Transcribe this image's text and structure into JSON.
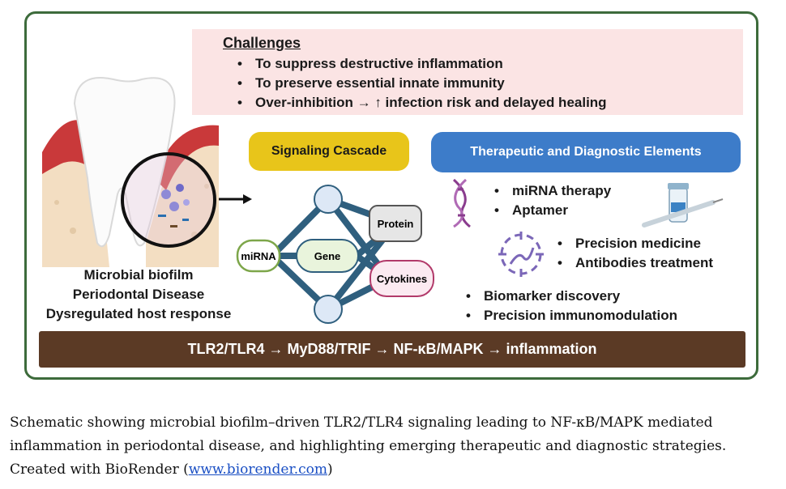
{
  "challenges": {
    "title": "Challenges",
    "items": [
      "To suppress destructive inflammation",
      "To preserve essential innate immunity",
      "Over-inhibition → ↑ infection risk and delayed healing"
    ]
  },
  "left": {
    "labels": [
      "Microbial biofilm",
      "Periodontal Disease",
      "Dysregulated host response"
    ]
  },
  "signaling": {
    "title": "Signaling Cascade",
    "nodes": {
      "mirna": "miRNA",
      "gene": "Gene",
      "protein": "Protein",
      "cytokines": "Cytokines"
    }
  },
  "therapeutic": {
    "title": "Therapeutic and Diagnostic Elements",
    "group1": [
      "miRNA therapy",
      "Aptamer"
    ],
    "group2": [
      "Precision medicine",
      "Antibodies treatment"
    ],
    "group3": [
      "Biomarker discovery",
      "Precision immunomodulation"
    ]
  },
  "pathway": "TLR2/TLR4 → MyD88/TRIF → NF-κB/MAPK → inflammation",
  "caption": {
    "text": "Schematic showing microbial biofilm–driven TLR2/TLR4 signaling leading to NF-κB/MAPK mediated inflammation in periodontal disease, and highlighting emerging therapeutic and diagnostic strategies. Created with BioRender (",
    "link": "www.biorender.com",
    "end": ")"
  },
  "colors": {
    "frame": "#3d6b3b",
    "challenges_bg": "#fbe4e4",
    "signaling": "#e8c51a",
    "therapeutic": "#3d7cc9",
    "pathway": "#5b3a25",
    "network_edge": "#2f5f7e"
  }
}
